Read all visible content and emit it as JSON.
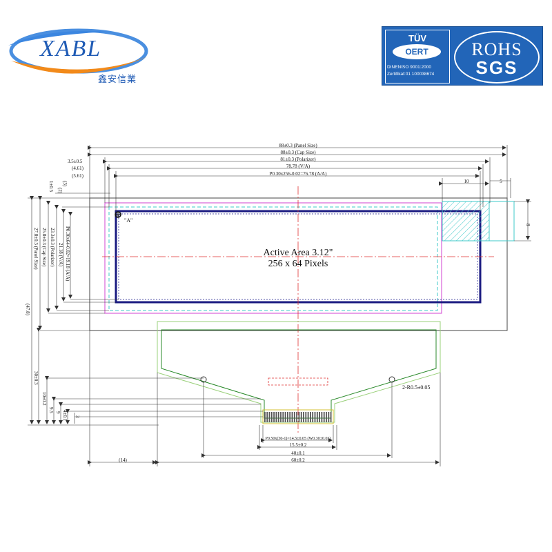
{
  "header": {
    "logo": {
      "brand": "XABL",
      "chinese_name": "鑫安信業"
    },
    "certifications": {
      "tuv": {
        "label": "TÜV",
        "sub": "OERT",
        "line1": "DINENISO 9001:2000",
        "line2": "Zertifikat:01  100038674"
      },
      "rohs": "ROHS",
      "sgs": "SGS"
    }
  },
  "drawing": {
    "active_area_title": "Active Area 3.12\"",
    "active_area_pixels": "256 x 64 Pixels",
    "marker_a": "\"A\"",
    "hole_note": "2-R0.5±0.05",
    "top_dims": {
      "panel": "88±0.3 (Panel Size)",
      "cap": "88±0.3 (Cap Size)",
      "polarizer": "81±0.3 (Polarizer)",
      "va": "78.78 (V/A)",
      "aa": "P0.30x256-0.02=76.78 (A/A)",
      "left_offset_1": "3.5±0.5",
      "left_offset_2": "(4.61)",
      "left_offset_3": "(5.61)",
      "detail_10": "10",
      "detail_5": "5",
      "detail_8": "8"
    },
    "left_dims": {
      "d1": "1±0.5",
      "d2": "(3)",
      "d3": "(2)",
      "aa": "P0.30x64-0.02=19.18 (A/A)",
      "va": "21.18 (V/A)",
      "polarizer": "23.3±0.3 (Polarizer)",
      "cap": "25.8±0.3 (Cap Size)",
      "panel": "27.8±0.3 (Panel Size)",
      "total": "(47.8)",
      "fpc_30": "30±0.3",
      "fpc_10": "10±0.2",
      "fpc_9_5": "9.5",
      "fpc_9": "9",
      "fpc_4": "4±0.1",
      "fpc_3": "3"
    },
    "bottom_dims": {
      "pitch": "P0.50x(30-1)=14.5±0.05 (W0.30±0.03)",
      "d15_5": "15.5±0.2",
      "d40": "40±0.1",
      "d60": "60±0.2",
      "left_14": "(14)"
    }
  }
}
